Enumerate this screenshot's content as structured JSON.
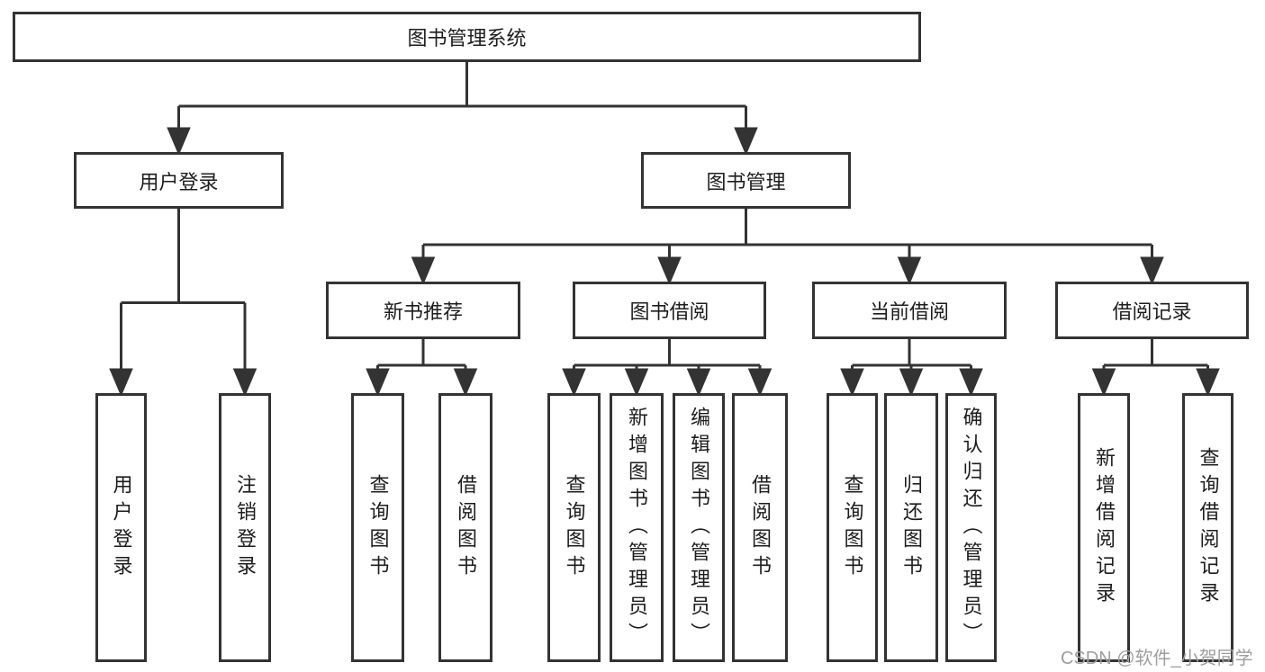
{
  "diagram": {
    "root": {
      "label": "图书管理系统"
    },
    "branches": [
      {
        "label": "用户登录",
        "parent": "图书管理系统"
      },
      {
        "label": "图书管理",
        "parent": "图书管理系统"
      }
    ],
    "modules": [
      {
        "label": "新书推荐",
        "parent": "图书管理"
      },
      {
        "label": "图书借阅",
        "parent": "图书管理"
      },
      {
        "label": "当前借阅",
        "parent": "图书管理"
      },
      {
        "label": "借阅记录",
        "parent": "图书管理"
      }
    ],
    "leaves": [
      {
        "label": "用户登录",
        "parent": "用户登录"
      },
      {
        "label": "注销登录",
        "parent": "用户登录"
      },
      {
        "label": "查询图书",
        "parent": "新书推荐"
      },
      {
        "label": "借阅图书",
        "parent": "新书推荐"
      },
      {
        "label": "查询图书",
        "parent": "图书借阅"
      },
      {
        "label": "新增图书（管理员）",
        "parent": "图书借阅"
      },
      {
        "label": "编辑图书（管理员）",
        "parent": "图书借阅"
      },
      {
        "label": "借阅图书",
        "parent": "图书借阅"
      },
      {
        "label": "查询图书",
        "parent": "当前借阅"
      },
      {
        "label": "归还图书",
        "parent": "当前借阅"
      },
      {
        "label": "确认归还（管理员）",
        "parent": "当前借阅"
      },
      {
        "label": "新增借阅记录",
        "parent": "借阅记录"
      },
      {
        "label": "查询借阅记录",
        "parent": "借阅记录"
      }
    ]
  },
  "watermark": {
    "text": "CSDN @软件_小贺同学"
  },
  "colors": {
    "line": "#333333",
    "text": "#1d1d1d",
    "background": "#ffffff",
    "watermark": "#9e9e9e"
  }
}
